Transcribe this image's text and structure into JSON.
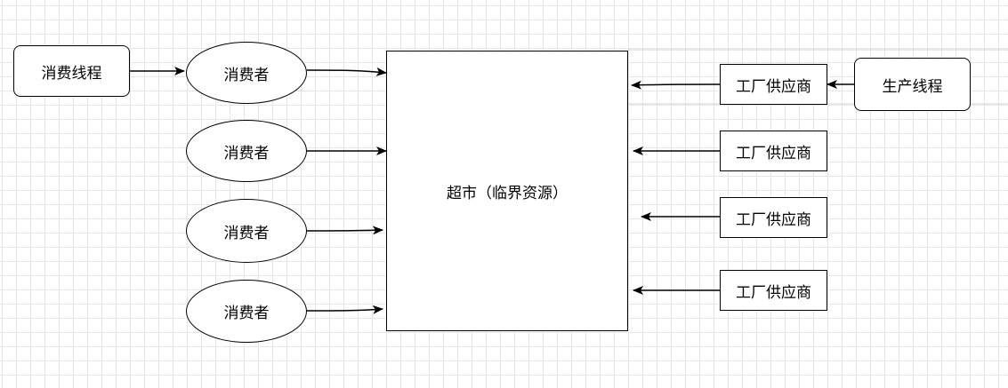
{
  "consume_thread": "消费线程",
  "produce_thread": "生产线程",
  "supermarket": "超市（临界资源）",
  "consumers": [
    "消费者",
    "消费者",
    "消费者",
    "消费者"
  ],
  "suppliers": [
    "工厂供应商",
    "工厂供应商",
    "工厂供应商",
    "工厂供应商"
  ]
}
